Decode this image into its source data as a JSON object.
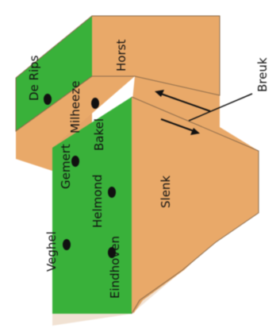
{
  "diagram": {
    "colors": {
      "block_face": "#e9a969",
      "block_top": "#e4a467",
      "lowland": "#39b13a",
      "lowland_dark": "#2f9a30",
      "outline": "#5a4a3a",
      "city_marker": "#111111",
      "arrow": "#111111"
    },
    "labels": {
      "horst": "Horst",
      "slenk": "Slenk",
      "breuk": "Breuk"
    },
    "cities": {
      "de_rips": "De Rips",
      "milheeze": "Milheeze",
      "bakel": "Bakel",
      "gemert": "Gemert",
      "helmond": "Helmond",
      "veghel": "Veghel",
      "eindhoven": "Eindhoven"
    }
  }
}
